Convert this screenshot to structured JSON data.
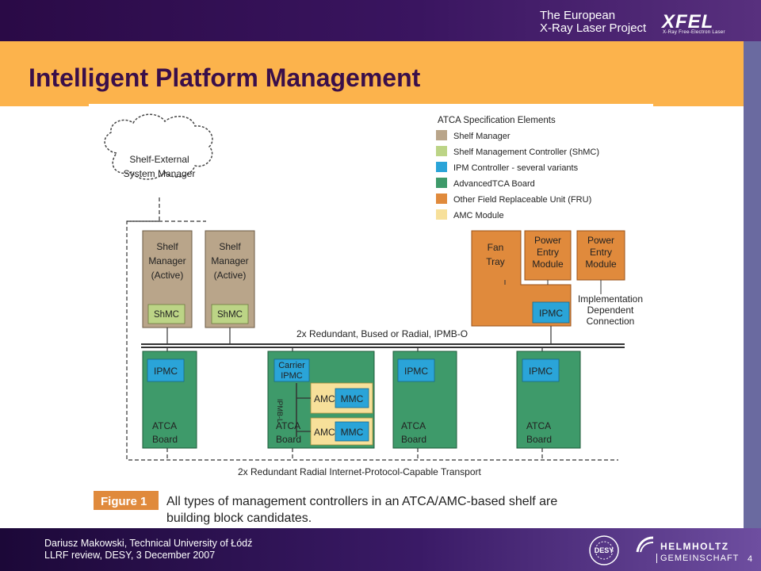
{
  "header": {
    "tagline_line1": "The European",
    "tagline_line2": "X-Ray Laser Project",
    "logo": "XFEL",
    "logo_sub": "X-Ray Free-Electron Laser"
  },
  "slide": {
    "title": "Intelligent Platform Management",
    "page_number": "4"
  },
  "footer": {
    "line1": "Dariusz Makowski, Technical University of Łódź",
    "line2": "LLRF review, DESY, 3 December 2007",
    "desy_logo": "DESY",
    "helmholtz_line1": "HELMHOLTZ",
    "helmholtz_line2": "GEMEINSCHAFT"
  },
  "colors": {
    "shelf_manager": "#b9a58a",
    "shmc": "#bcd486",
    "ipm_controller": "#2aa4d8",
    "atca_board": "#3e9a6a",
    "fru": "#e08a3c",
    "amc_module": "#f7e09a"
  },
  "diagram": {
    "cloud_line1": "Shelf-External",
    "cloud_line2": "System Manager",
    "legend_title": "ATCA Specification Elements",
    "legend": [
      "Shelf Manager",
      "Shelf Management Controller (ShMC)",
      "IPM Controller - several variants",
      "AdvancedTCA Board",
      "Other Field Replaceable Unit (FRU)",
      "AMC Module"
    ],
    "shelf_manager_1": [
      "Shelf",
      "Manager",
      "(Active)"
    ],
    "shelf_manager_2": [
      "Shelf",
      "Manager",
      "(Active)"
    ],
    "shmc_label": "ShMC",
    "fan_tray": [
      "Fan",
      "Tray"
    ],
    "power_entry_1": [
      "Power",
      "Entry",
      "Module"
    ],
    "power_entry_2": [
      "Power",
      "Entry",
      "Module"
    ],
    "fru_ipmc": "IPMC",
    "impl_note": [
      "Implementation",
      "Dependent",
      "Connection"
    ],
    "ipmb_bus": "2x Redundant, Bused or Radial, IPMB-O",
    "transport_bus": "2x Redundant Radial Internet-Protocol-Capable Transport",
    "ipmc_label": "IPMC",
    "carrier_ipmc": [
      "Carrier",
      "IPMC"
    ],
    "atca_board": [
      "ATCA",
      "Board"
    ],
    "ipmb_l": "IPMB-L",
    "amc_label": "AMC",
    "mmc_label": "MMC",
    "figure_label": "Figure 1",
    "caption_line1": "All types of management controllers in an ATCA/AMC-based shelf are",
    "caption_line2": "building block candidates."
  }
}
